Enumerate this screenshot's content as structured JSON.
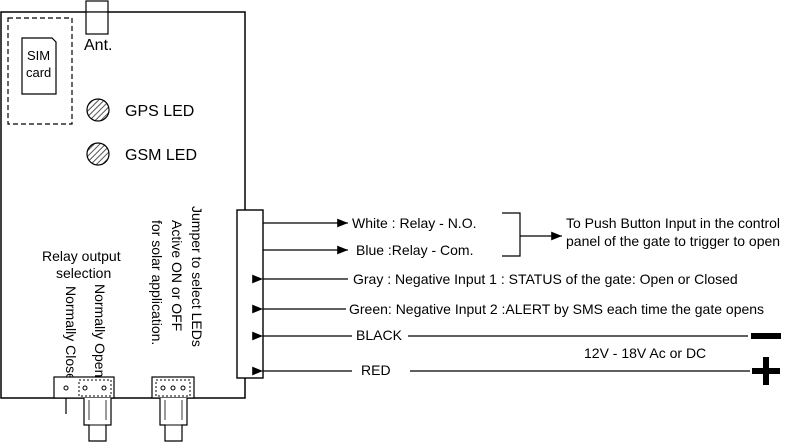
{
  "board": {
    "sim_label_line1": "SIM",
    "sim_label_line2": "card",
    "antenna_label": "Ant.",
    "gps_led_label": "GPS LED",
    "gsm_led_label": "GSM LED",
    "relay_selection_line1": "Relay output",
    "relay_selection_line2": "selection",
    "normally_open": "Normally Open",
    "normally_close": "Normally Close",
    "jumper_line1": "Jumper to select LEDs",
    "jumper_line2": "Active ON  or OFF",
    "jumper_line3": "for solar application."
  },
  "wires": {
    "white": "White : Relay - N.O.",
    "blue": "Blue :Relay - Com.",
    "gray": "Gray : Negative Input 1 : STATUS of the gate: Open or Closed",
    "green": "Green: Negative Input 2 :ALERT  by SMS each time the gate opens",
    "black": "BLACK",
    "red": "RED"
  },
  "push_button": {
    "line1": "To Push Button Input in the control",
    "line2": "panel of the gate to trigger to open"
  },
  "power": {
    "voltage": "12V -  18V  Ac or DC",
    "minus_symbol": "minus-icon",
    "plus_symbol": "plus-icon"
  }
}
